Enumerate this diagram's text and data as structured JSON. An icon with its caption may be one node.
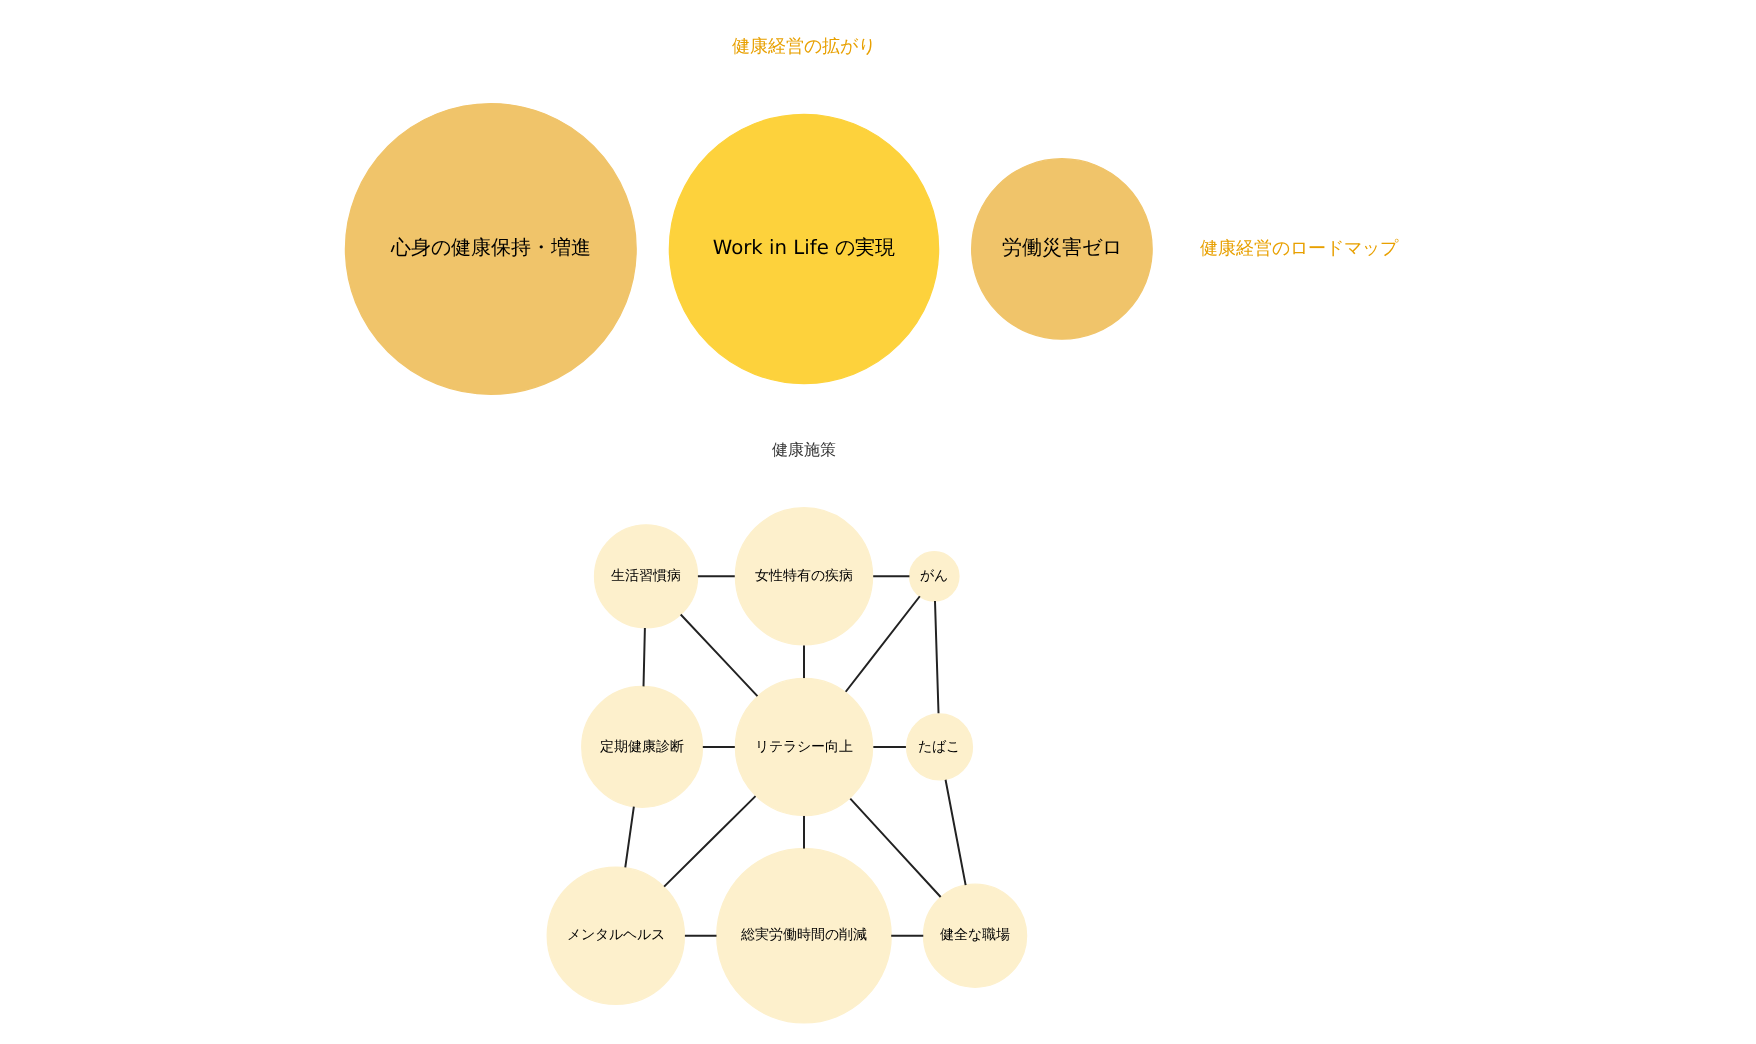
{
  "diagram": {
    "nodes": [
      {
        "text": [
          "Work in Life の実現"
        ]
      },
      {
        "text": [
          "心身の健康保持・増進"
        ]
      },
      {
        "text": [
          "労働災害ゼロ"
        ]
      },
      {
        "text": [
          "生活習慣病"
        ]
      },
      {
        "text": [
          "女性特有の疾病"
        ]
      },
      {
        "text": [
          "がん"
        ]
      },
      {
        "text": [
          "定期健康診断"
        ]
      },
      {
        "text": [
          "リテラシー向上"
        ]
      },
      {
        "text": [
          "たばこ"
        ]
      },
      {
        "text": [
          "メンタルヘルス"
        ]
      },
      {
        "text": [
          "総実労働時間の削減"
        ]
      },
      {
        "text": [
          "健全な職場"
        ]
      }
    ],
    "edges": [
      {
        "from": 3,
        "to": 4,
        "arrow": "none"
      },
      {
        "from": 4,
        "to": 5,
        "arrow": "none"
      },
      {
        "from": 3,
        "to": 6,
        "arrow": "none"
      },
      {
        "from": 3,
        "to": 7,
        "arrow": "none"
      },
      {
        "from": 4,
        "to": 7,
        "arrow": "none"
      },
      {
        "from": 5,
        "to": 7,
        "arrow": "none"
      },
      {
        "from": 5,
        "to": 8,
        "arrow": "none"
      },
      {
        "from": 6,
        "to": 7,
        "arrow": "none"
      },
      {
        "from": 7,
        "to": 8,
        "arrow": "none"
      },
      {
        "from": 6,
        "to": 9,
        "arrow": "none"
      },
      {
        "from": 7,
        "to": 9,
        "arrow": "none"
      },
      {
        "from": 7,
        "to": 10,
        "arrow": "none"
      },
      {
        "from": 7,
        "to": 11,
        "arrow": "none"
      },
      {
        "from": 8,
        "to": 11,
        "arrow": "none"
      },
      {
        "from": 9,
        "to": 10,
        "arrow": "none"
      },
      {
        "from": 10,
        "to": 11,
        "arrow": "none"
      }
    ],
    "labels": [
      "健康経営の拡がり",
      "健康経営のロードマップ",
      "健康施策"
    ]
  }
}
